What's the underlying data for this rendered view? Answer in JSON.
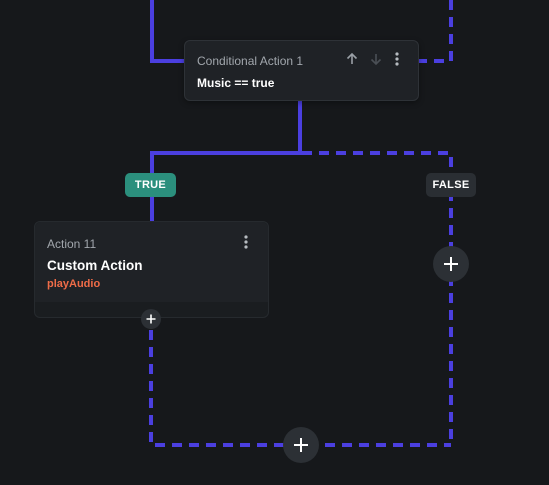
{
  "colors": {
    "connector": "#4b3fe0",
    "true_badge": "#2b8f7d",
    "false_badge": "#2a2e33",
    "action_subtitle": "#ef6c48",
    "background": "#16181b"
  },
  "conditional_card": {
    "title": "Conditional Action 1",
    "expression": "Music == true",
    "icons": [
      "arrow-up-icon",
      "arrow-down-icon",
      "more-vertical-icon"
    ]
  },
  "branches": {
    "true_label": "TRUE",
    "false_label": "FALSE"
  },
  "action_card": {
    "title": "Action 11",
    "name": "Custom Action",
    "subtitle": "playAudio",
    "icons": [
      "more-vertical-icon"
    ]
  },
  "add_buttons": [
    "plus-icon",
    "plus-icon",
    "plus-icon"
  ]
}
